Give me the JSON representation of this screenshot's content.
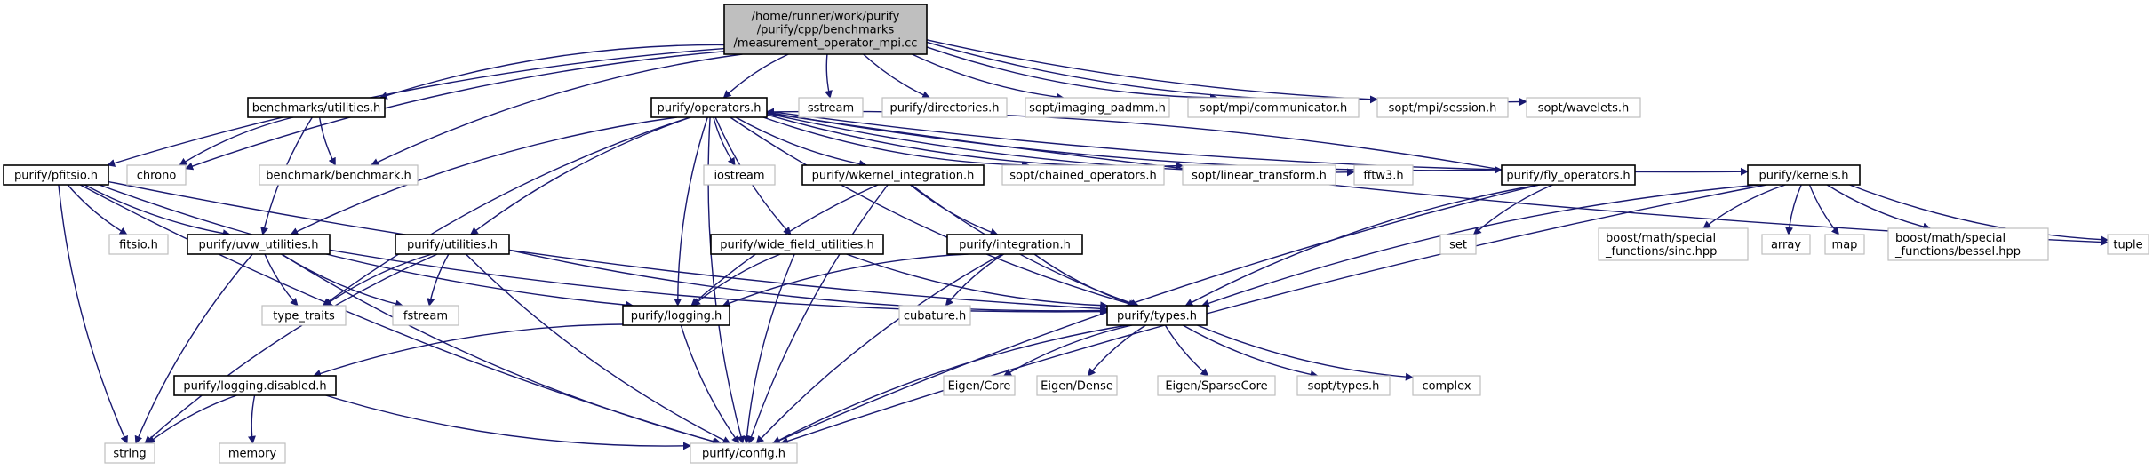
{
  "graph": {
    "root": [
      "/home/runner/work/purify",
      "/purify/cpp/benchmarks",
      "/measurement_operator_mpi.cc"
    ],
    "nodes": {
      "root": [
        "/home/runner/work/purify",
        "/purify/cpp/benchmarks",
        "/measurement_operator_mpi.cc"
      ],
      "bench_util": [
        "benchmarks/utilities.h"
      ],
      "operators": [
        "purify/operators.h"
      ],
      "sstream": [
        "sstream"
      ],
      "directories": [
        "purify/directories.h"
      ],
      "imaging_padmm": [
        "sopt/imaging_padmm.h"
      ],
      "communicator": [
        "sopt/mpi/communicator.h"
      ],
      "session": [
        "sopt/mpi/session.h"
      ],
      "wavelets": [
        "sopt/wavelets.h"
      ],
      "pfitsio": [
        "purify/pfitsio.h"
      ],
      "chrono": [
        "chrono"
      ],
      "benchmark": [
        "benchmark/benchmark.h"
      ],
      "iostream": [
        "iostream"
      ],
      "wkernel": [
        "purify/wkernel_integration.h"
      ],
      "chained": [
        "sopt/chained_operators.h"
      ],
      "linear": [
        "sopt/linear_transform.h"
      ],
      "fftw3": [
        "fftw3.h"
      ],
      "fly": [
        "purify/fly_operators.h"
      ],
      "kernels": [
        "purify/kernels.h"
      ],
      "tuple": [
        "tuple"
      ],
      "fitsio": [
        "fitsio.h"
      ],
      "uvw": [
        "purify/uvw_utilities.h"
      ],
      "putil": [
        "purify/utilities.h"
      ],
      "widefield": [
        "purify/wide_field_utilities.h"
      ],
      "integration": [
        "purify/integration.h"
      ],
      "set": [
        "set"
      ],
      "sinc": [
        "boost/math/special",
        "_functions/sinc.hpp"
      ],
      "array": [
        "array"
      ],
      "map": [
        "map"
      ],
      "bessel": [
        "boost/math/special",
        "_functions/bessel.hpp"
      ],
      "type_traits": [
        "type_traits"
      ],
      "fstream": [
        "fstream"
      ],
      "logging": [
        "purify/logging.h"
      ],
      "cubature": [
        "cubature.h"
      ],
      "types": [
        "purify/types.h"
      ],
      "logdis": [
        "purify/logging.disabled.h"
      ],
      "eigen_core": [
        "Eigen/Core"
      ],
      "eigen_dense": [
        "Eigen/Dense"
      ],
      "eigen_sparse": [
        "Eigen/SparseCore"
      ],
      "sopt_types": [
        "sopt/types.h"
      ],
      "complex": [
        "complex"
      ],
      "string": [
        "string"
      ],
      "memory": [
        "memory"
      ],
      "config": [
        "purify/config.h"
      ]
    },
    "edges": [
      [
        "root",
        "bench_util"
      ],
      [
        "root",
        "operators"
      ],
      [
        "root",
        "sstream"
      ],
      [
        "root",
        "directories"
      ],
      [
        "root",
        "imaging_padmm"
      ],
      [
        "root",
        "communicator"
      ],
      [
        "root",
        "session"
      ],
      [
        "root",
        "wavelets"
      ],
      [
        "root",
        "pfitsio"
      ],
      [
        "root",
        "chrono"
      ],
      [
        "root",
        "benchmark"
      ],
      [
        "bench_util",
        "chrono"
      ],
      [
        "bench_util",
        "benchmark"
      ],
      [
        "bench_util",
        "uvw"
      ],
      [
        "operators",
        "iostream"
      ],
      [
        "operators",
        "wkernel"
      ],
      [
        "operators",
        "chained"
      ],
      [
        "operators",
        "linear"
      ],
      [
        "operators",
        "fftw3"
      ],
      [
        "operators",
        "fly"
      ],
      [
        "operators",
        "kernels"
      ],
      [
        "operators",
        "tuple"
      ],
      [
        "operators",
        "uvw"
      ],
      [
        "operators",
        "putil"
      ],
      [
        "operators",
        "widefield"
      ],
      [
        "operators",
        "logging"
      ],
      [
        "operators",
        "types"
      ],
      [
        "operators",
        "type_traits"
      ],
      [
        "operators",
        "config"
      ],
      [
        "fly",
        "operators"
      ],
      [
        "fly",
        "set"
      ],
      [
        "fly",
        "types"
      ],
      [
        "fly",
        "config"
      ],
      [
        "kernels",
        "sinc"
      ],
      [
        "kernels",
        "array"
      ],
      [
        "kernels",
        "map"
      ],
      [
        "kernels",
        "bessel"
      ],
      [
        "kernels",
        "tuple"
      ],
      [
        "kernels",
        "types"
      ],
      [
        "kernels",
        "config"
      ],
      [
        "pfitsio",
        "fitsio"
      ],
      [
        "pfitsio",
        "uvw"
      ],
      [
        "pfitsio",
        "logging"
      ],
      [
        "pfitsio",
        "types"
      ],
      [
        "pfitsio",
        "string"
      ],
      [
        "pfitsio",
        "config"
      ],
      [
        "uvw",
        "type_traits"
      ],
      [
        "uvw",
        "fstream"
      ],
      [
        "uvw",
        "types"
      ],
      [
        "uvw",
        "string"
      ],
      [
        "uvw",
        "config"
      ],
      [
        "putil",
        "type_traits"
      ],
      [
        "putil",
        "fstream"
      ],
      [
        "putil",
        "types"
      ],
      [
        "putil",
        "string"
      ],
      [
        "putil",
        "config"
      ],
      [
        "wkernel",
        "integration"
      ],
      [
        "wkernel",
        "logging"
      ],
      [
        "wkernel",
        "types"
      ],
      [
        "wkernel",
        "config"
      ],
      [
        "widefield",
        "logging"
      ],
      [
        "widefield",
        "types"
      ],
      [
        "widefield",
        "config"
      ],
      [
        "integration",
        "cubature"
      ],
      [
        "integration",
        "logging"
      ],
      [
        "integration",
        "types"
      ],
      [
        "integration",
        "config"
      ],
      [
        "logging",
        "logdis"
      ],
      [
        "logging",
        "config"
      ],
      [
        "types",
        "eigen_core"
      ],
      [
        "types",
        "eigen_dense"
      ],
      [
        "types",
        "eigen_sparse"
      ],
      [
        "types",
        "sopt_types"
      ],
      [
        "types",
        "complex"
      ],
      [
        "types",
        "config"
      ],
      [
        "logdis",
        "string"
      ],
      [
        "logdis",
        "memory"
      ],
      [
        "logdis",
        "config"
      ]
    ]
  }
}
